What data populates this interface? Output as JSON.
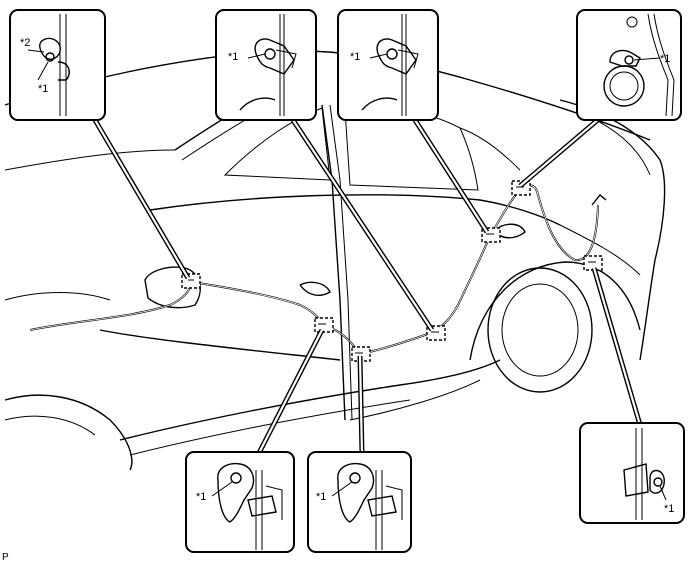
{
  "labels": {
    "part_1": "*1",
    "part_2": "*2",
    "page_mark": "P"
  },
  "callouts": [
    {
      "id": "front-door-clip",
      "labels": [
        "*2",
        "*1"
      ]
    },
    {
      "id": "b-pillar-clip",
      "labels": [
        "*1"
      ]
    },
    {
      "id": "rear-door-clip",
      "labels": [
        "*1"
      ]
    },
    {
      "id": "trunk-clip",
      "labels": [
        "*1"
      ]
    },
    {
      "id": "rocker-front-clip",
      "labels": [
        "*1"
      ]
    },
    {
      "id": "rocker-rear-clip",
      "labels": [
        "*1"
      ]
    },
    {
      "id": "rear-fender-clip",
      "labels": [
        "*1"
      ]
    }
  ]
}
